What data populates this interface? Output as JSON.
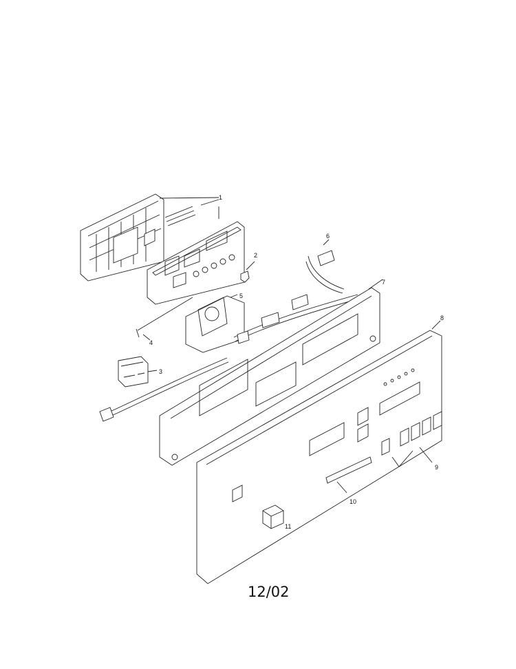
{
  "parts": [
    {
      "id": "part-1",
      "label": "1"
    },
    {
      "id": "part-2",
      "label": "2"
    },
    {
      "id": "part-3",
      "label": "3"
    },
    {
      "id": "part-4",
      "label": "4"
    },
    {
      "id": "part-5",
      "label": "5"
    },
    {
      "id": "part-6",
      "label": "6"
    },
    {
      "id": "part-7",
      "label": "7"
    },
    {
      "id": "part-8",
      "label": "8"
    },
    {
      "id": "part-9",
      "label": "9"
    },
    {
      "id": "part-10",
      "label": "10"
    },
    {
      "id": "part-11",
      "label": "11"
    }
  ],
  "footer": {
    "text": "12/02"
  }
}
